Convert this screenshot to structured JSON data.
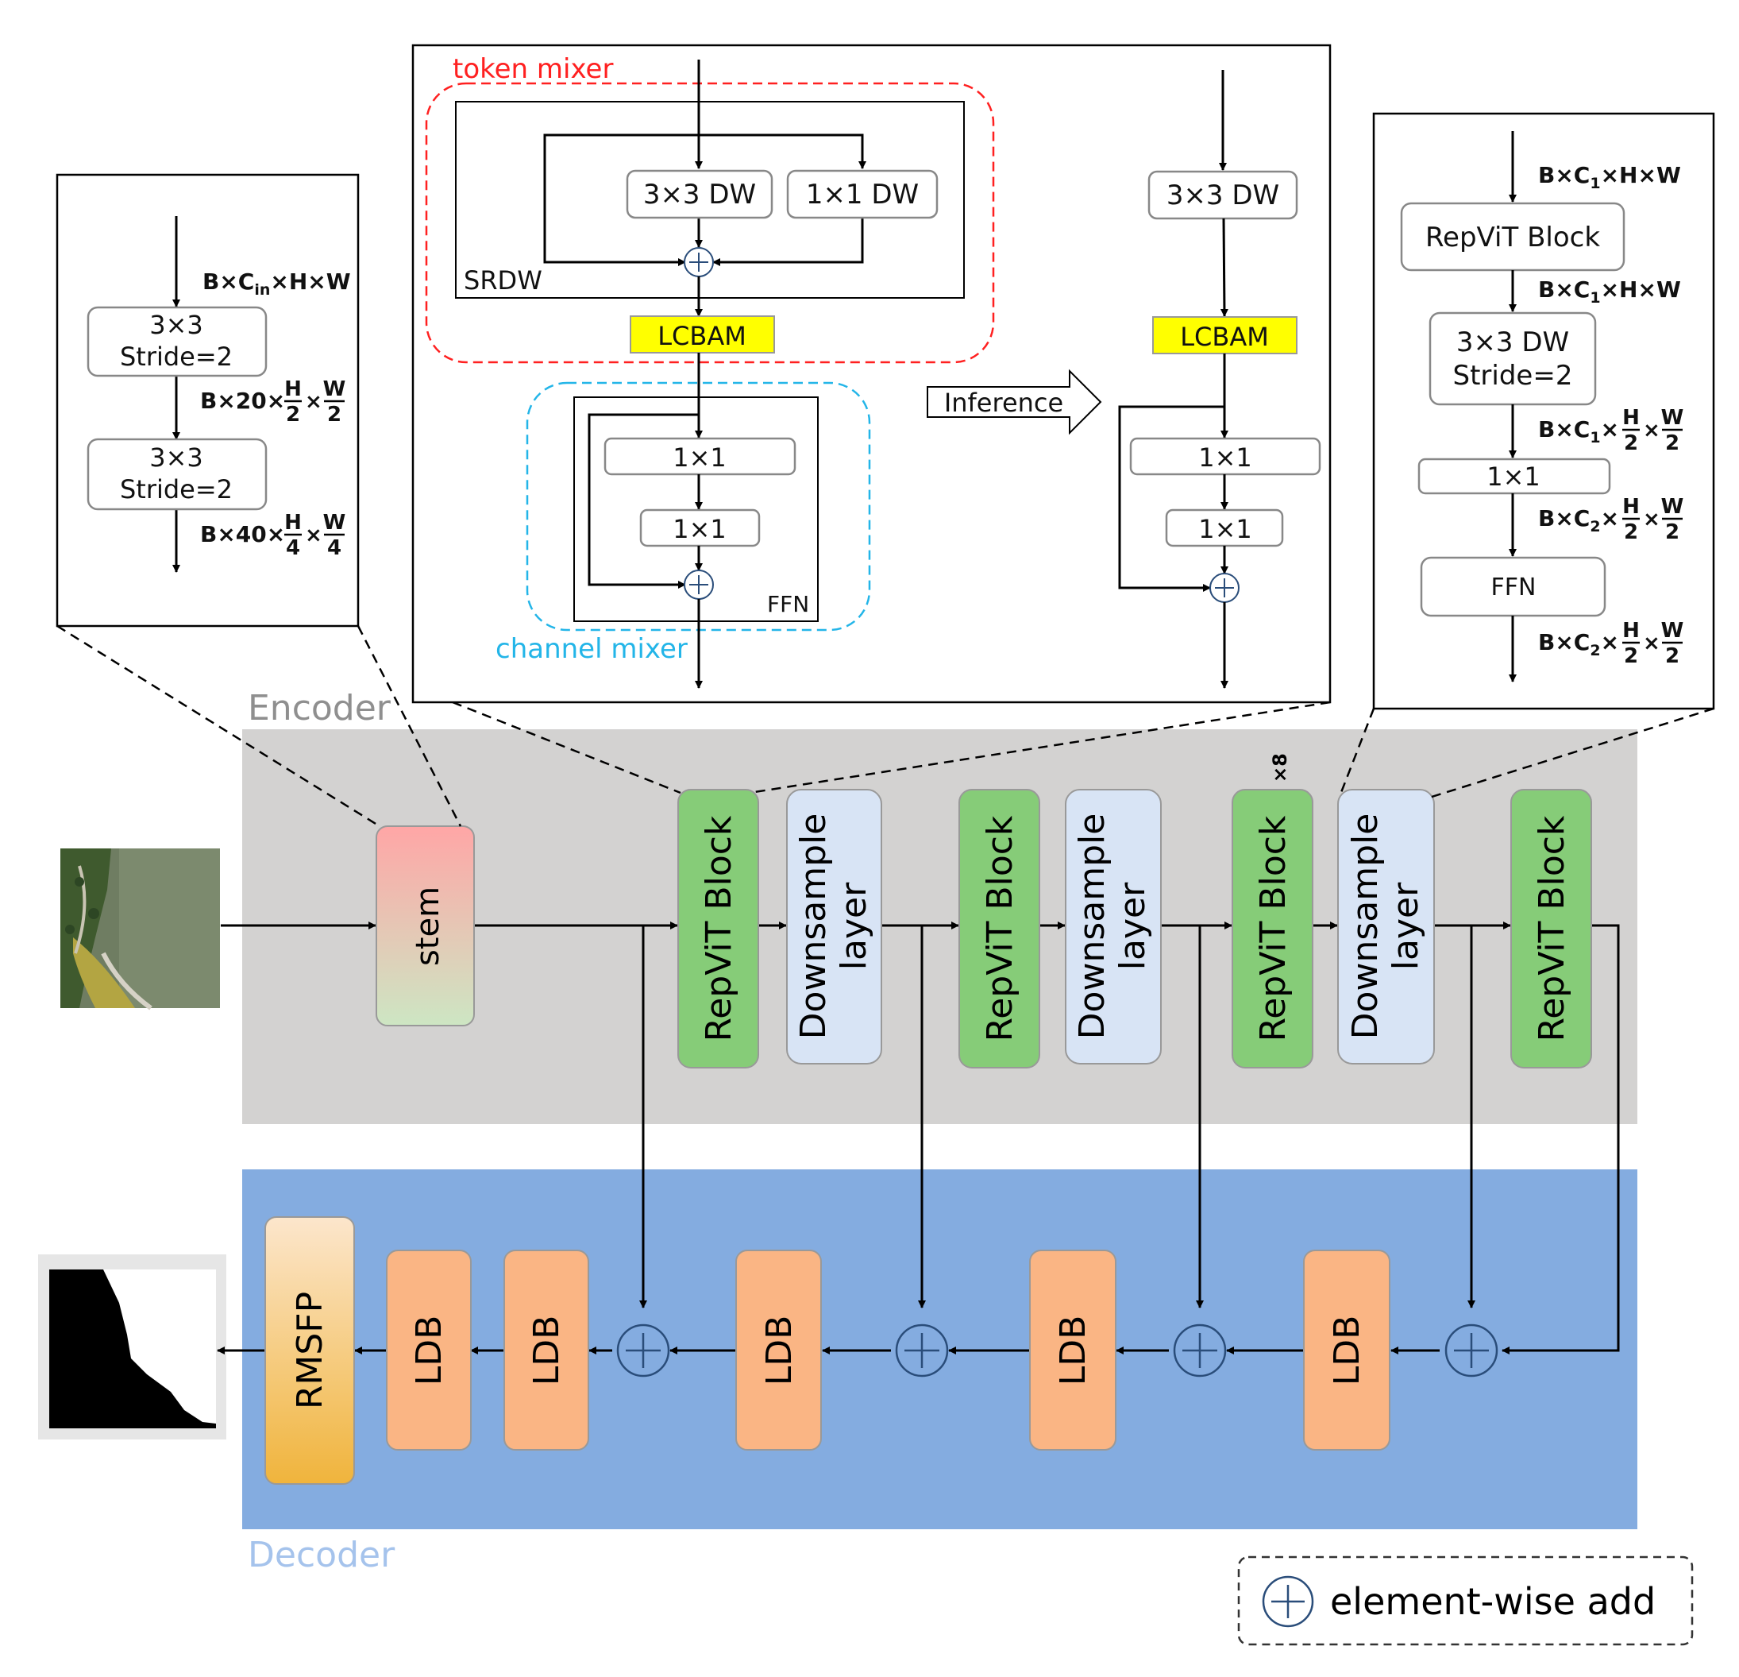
{
  "colors": {
    "encoder_bg": "#d3d2d1",
    "decoder_bg": "#84ace0",
    "repvit": "#86cc78",
    "downsample": "#d8e4f5",
    "ldb": "#fab584",
    "stem_top": "#ffa6a6",
    "stem_bottom": "#cde6c3",
    "rmsfp_top": "#fce6cc",
    "rmsfp_bottom": "#f0b43c",
    "lcbam": "#ffff00",
    "token_mixer": "#ff2020",
    "channel_mixer": "#23b5e8",
    "encoder_label": "#8f8f8f",
    "decoder_label": "#a5c3ec"
  },
  "labels": {
    "encoder": "Encoder",
    "decoder": "Decoder",
    "stem": "stem",
    "repvit": "RepViT  Block",
    "downsample_line1": "Downsample",
    "downsample_line2": "layer",
    "ldb": "LDB",
    "rmsfp": "RMSFP",
    "x8": "×8",
    "legend": "element-wise add"
  },
  "stem_panel": {
    "dim_in": "B×C",
    "dim_in_sub": "in",
    "dim_in_tail": "×H×W",
    "box1_line1": "3×3",
    "box1_line2": "Stride=2",
    "dim_mid_prefix": "B×20×",
    "box2_line1": "3×3",
    "box2_line2": "Stride=2",
    "dim_out_prefix": "B×40×",
    "h": "H",
    "w": "W",
    "two": "2",
    "four": "4",
    "times": "×"
  },
  "block_panel": {
    "token_mixer": "token mixer",
    "channel_mixer": "channel mixer",
    "dw3": "3×3 DW",
    "dw1": "1×1 DW",
    "srdw": "SRDW",
    "lcbam": "LCBAM",
    "conv1": "1×1",
    "ffn": "FFN",
    "inference": "Inference"
  },
  "downsample_panel": {
    "dim1_pre": "B×C",
    "dim1_sub": "1",
    "dim1_tail": "×H×W",
    "repvit": "RepViT Block",
    "dim2_pre": "B×C",
    "dim2_sub": "1",
    "dim2_tail": "×H×W",
    "dw_line1": "3×3 DW",
    "dw_line2": "Stride=2",
    "dim3_pre": "B×C",
    "dim3_sub": "1",
    "conv": "1×1",
    "dim4_pre": "B×C",
    "dim4_sub": "2",
    "ffn": "FFN",
    "dim5_pre": "B×C",
    "dim5_sub": "2",
    "h": "H",
    "w": "W",
    "two": "2",
    "times": "×"
  }
}
